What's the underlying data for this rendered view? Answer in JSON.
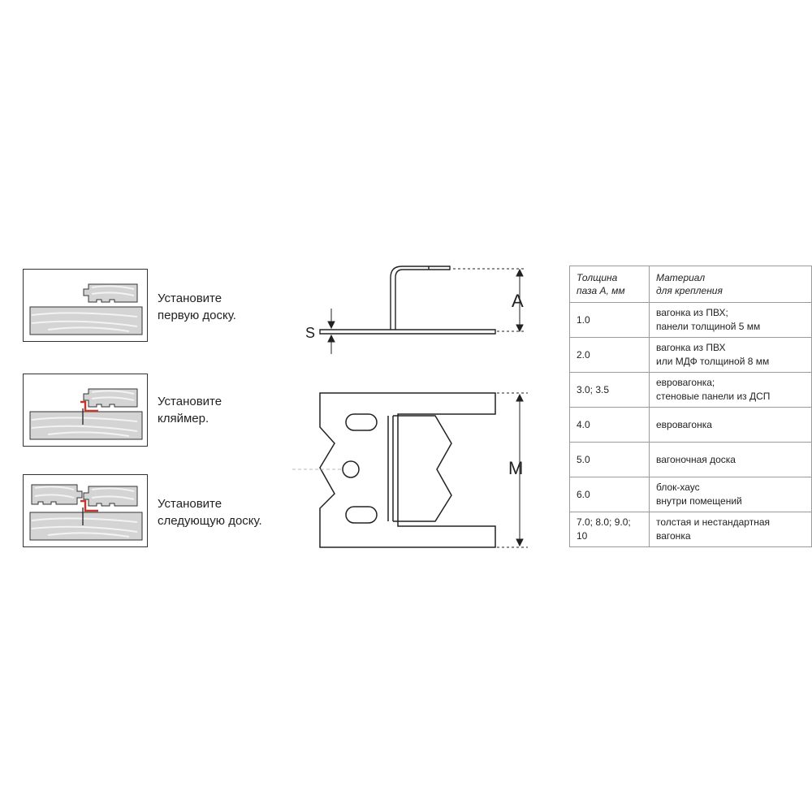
{
  "steps": [
    {
      "line1": "Установите",
      "line2": "первую доску."
    },
    {
      "line1": "Установите",
      "line2": "кляймер."
    },
    {
      "line1": "Установите",
      "line2": "следующую доску."
    }
  ],
  "dimensions": {
    "a": "A",
    "s": "S",
    "m": "M"
  },
  "table": {
    "header": {
      "col1_line1": "Толщина",
      "col1_line2": "паза А, мм",
      "col2_line1": "Материал",
      "col2_line2": "для крепления"
    },
    "rows": [
      {
        "thickness": "1.0",
        "material_line1": "вагонка из ПВХ;",
        "material_line2": "панели толщиной 5 мм"
      },
      {
        "thickness": "2.0",
        "material_line1": "вагонка из ПВХ",
        "material_line2": "или МДФ толщиной 8 мм"
      },
      {
        "thickness": "3.0; 3.5",
        "material_line1": "евровагонка;",
        "material_line2": "стеновые панели из ДСП"
      },
      {
        "thickness": "4.0",
        "material_line1": "евровагонка",
        "material_line2": ""
      },
      {
        "thickness": "5.0",
        "material_line1": "вагоночная доска",
        "material_line2": ""
      },
      {
        "thickness": "6.0",
        "material_line1": "блок-хаус",
        "material_line2": "внутри помещений"
      },
      {
        "thickness": "7.0; 8.0; 9.0; 10",
        "material_line1": "толстая и нестандартная",
        "material_line2": "вагонка"
      }
    ]
  },
  "colors": {
    "clip_red": "#c0392b",
    "board_fill": "#d4d4d4",
    "outline": "#222222"
  }
}
